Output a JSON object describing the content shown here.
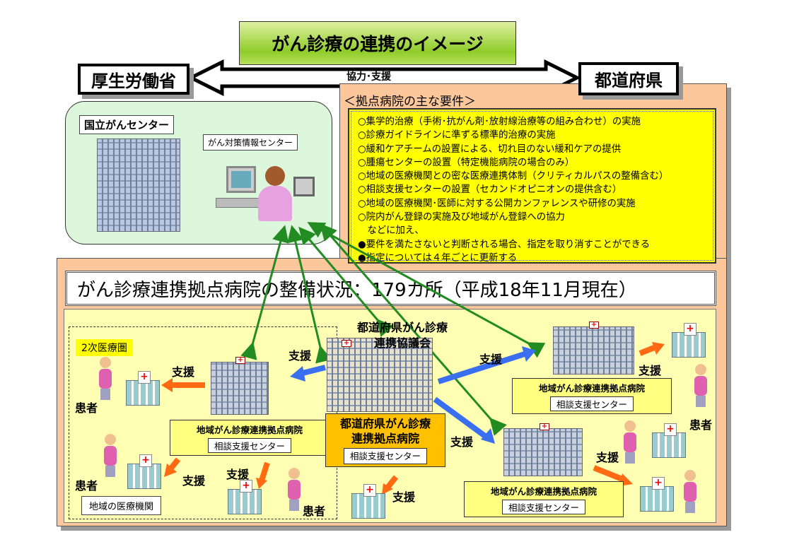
{
  "title": "がん診療の連携のイメージ",
  "mhlw": "厚生労働省",
  "prefecture": "都道府県",
  "cooperation": "協力･支援",
  "national_center": "国立がんセンター",
  "info_center": "がん対策情報センター",
  "requirements": {
    "heading": "＜拠点病院の主な要件＞",
    "items": [
      "○集学的治療（手術･抗がん剤･放射線治療等の組み合わせ）の実施",
      "○診療ガイドラインに準ずる標準的治療の実施",
      "○緩和ケアチームの設置による、切れ目のない緩和ケアの提供",
      "○腫瘍センターの設置（特定機能病院の場合のみ）",
      "○地域の医療機関との密な医療連携体制（クリティカルパスの整備含む）",
      "○相談支援センターの設置（セカンドオピニオンの提供含む）",
      "○地域の医療機関･医師に対する公開カンファレンスや研修の実施",
      "○院内がん登録の実施及び地域がん登録への協力",
      "　などに加え、",
      "●要件を満たさないと判断される場合、指定を取り消すことができる",
      "●指定については４年ごとに更新する"
    ]
  },
  "status": "がん診療連携拠点病院の整備状況：179カ所（平成18年11月現在）",
  "secondary_area": "2次医療圏",
  "council": "都道府県がん診療\n連携協議会",
  "pref_hospital": "都道府県がん診療\n連携拠点病院",
  "regional_hospital": "地域がん診療連携拠点病院",
  "consult_center": "相談支援センター",
  "support": "支援",
  "patient": "患者",
  "local_institution": "地域の医療機関"
}
